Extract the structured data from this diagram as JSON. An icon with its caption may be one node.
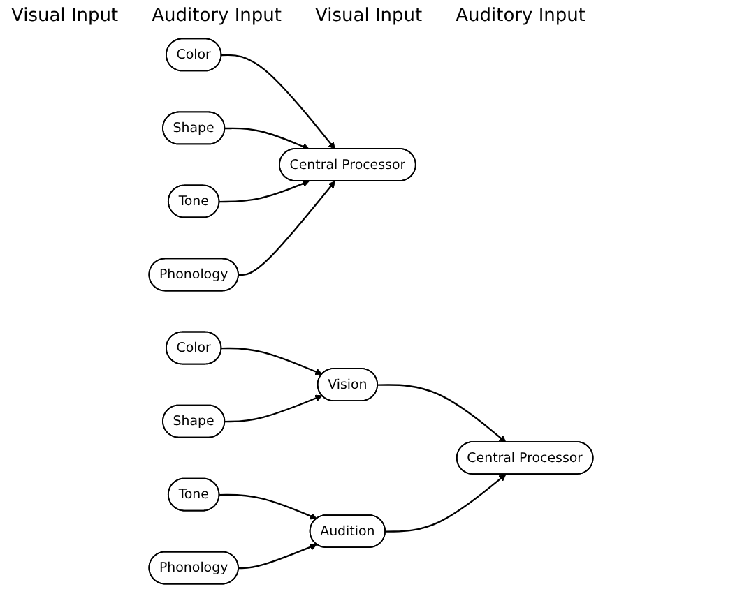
{
  "diagram": {
    "nodes": [
      {
        "text": [
          "Color"
        ]
      },
      {
        "text": [
          "Shape"
        ]
      },
      {
        "text": [
          "Central Processor"
        ]
      },
      {
        "text": [
          "Tone"
        ]
      },
      {
        "text": [
          "Phonology"
        ]
      },
      {
        "text": [
          "Color"
        ]
      },
      {
        "text": [
          "Shape"
        ]
      },
      {
        "text": [
          "Vision"
        ]
      },
      {
        "text": [
          "Central Processor"
        ]
      },
      {
        "text": [
          "Audition"
        ]
      },
      {
        "text": [
          "Tone"
        ]
      },
      {
        "text": [
          "Phonology"
        ]
      }
    ],
    "edges": [
      {
        "from": 0,
        "to": 2,
        "arrow": "to"
      },
      {
        "from": 1,
        "to": 2,
        "arrow": "to"
      },
      {
        "from": 3,
        "to": 2,
        "arrow": "to"
      },
      {
        "from": 4,
        "to": 2,
        "arrow": "to"
      },
      {
        "from": 5,
        "to": 7,
        "arrow": "to"
      },
      {
        "from": 6,
        "to": 7,
        "arrow": "to"
      },
      {
        "from": 7,
        "to": 8,
        "arrow": "to"
      },
      {
        "from": 9,
        "to": 8,
        "arrow": "to"
      },
      {
        "from": 10,
        "to": 9,
        "arrow": "to"
      },
      {
        "from": 11,
        "to": 9,
        "arrow": "to"
      }
    ],
    "labels": [
      "Visual Input",
      "Auditory Input",
      "Visual Input",
      "Auditory Input"
    ]
  }
}
